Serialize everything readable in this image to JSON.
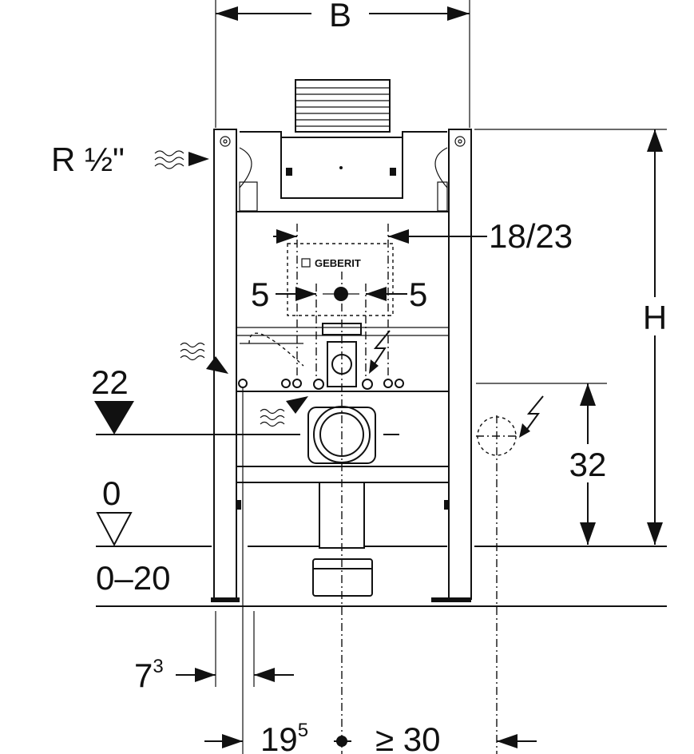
{
  "labels": {
    "width": "B",
    "height": "H",
    "supply": "R ½\"",
    "brand": "GEBERIT",
    "outlet_spacing": "18/23",
    "left_offset": "5",
    "right_offset": "5",
    "drain_height": "22",
    "floor_level": "0",
    "floor_range": "0–20",
    "leg_base": "7",
    "leg_base_sup": "3",
    "axis_offset": "19",
    "axis_offset_sup": "5",
    "clearance": "≥ 30",
    "socket_height": "32"
  },
  "icons": [
    "water-supply-icon",
    "electrical-icon",
    "waste-water-icon",
    "power-socket-icon"
  ]
}
